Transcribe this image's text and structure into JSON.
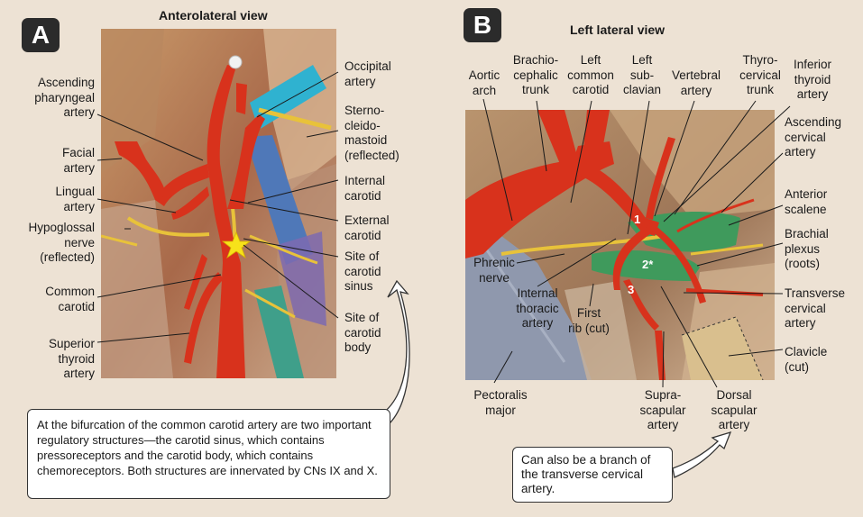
{
  "panel_a": {
    "badge": "A",
    "title": "Anterolateral view",
    "labels": {
      "ascending_pharyngeal": "Ascending\npharyngeal\nartery",
      "facial": "Facial\nartery",
      "lingual": "Lingual\nartery",
      "hypoglossal": "Hypoglossal\nnerve\n(reflected)",
      "common_carotid": "Common\ncarotid",
      "superior_thyroid": "Superior\nthyroid\nartery",
      "occipital": "Occipital\nartery",
      "sternocleidomastoid": "Sterno-\ncleido-\nmastoid\n(reflected)",
      "internal_carotid": "Internal\ncarotid",
      "external_carotid": "External\ncarotid",
      "carotid_sinus": "Site of\ncarotid\nsinus",
      "carotid_body": "Site of\ncarotid\nbody"
    },
    "note": "At the bifurcation of the common carotid artery are two important regulatory structures—the carotid sinus, which contains pressoreceptors and the carotid body, which contains chemoreceptors. Both structures are innervated by CNs IX and X."
  },
  "panel_b": {
    "badge": "B",
    "title": "Left lateral view",
    "labels": {
      "aortic_arch": "Aortic\narch",
      "brachiocephalic": "Brachio-\ncephalic\ntrunk",
      "left_common_carotid": "Left\ncommon\ncarotid",
      "left_subclavian": "Left\nsub-\nclavian",
      "vertebral": "Vertebral\nartery",
      "thyrocervical": "Thyro-\ncervical\ntrunk",
      "inferior_thyroid": "Inferior\nthyroid\nartery",
      "ascending_cervical": "Ascending\ncervical\nartery",
      "anterior_scalene": "Anterior\nscalene",
      "brachial_plexus": "Brachial\nplexus\n(roots)",
      "transverse_cervical": "Transverse\ncervical\nartery",
      "clavicle": "Clavicle\n(cut)",
      "phrenic": "Phrenic\nnerve",
      "internal_thoracic": "Internal\nthoracic\nartery",
      "first_rib": "First\nrib (cut)",
      "pectoralis": "Pectoralis\nmajor",
      "suprascapular": "Supra-\nscapular\nartery",
      "dorsal_scapular": "Dorsal\nscapular\nartery"
    },
    "markers": {
      "one": "1",
      "two": "2*",
      "three": "3"
    },
    "note": "Can also be a branch of the transverse cervical artery."
  },
  "colors": {
    "artery_red": "#d8321c",
    "nerve_yellow": "#e8c23a",
    "muscle_green": "#3f9a5c",
    "vein_blue": "#3a6fb8",
    "vein_cyan": "#2fb2d0",
    "background": "#ede2d4"
  }
}
